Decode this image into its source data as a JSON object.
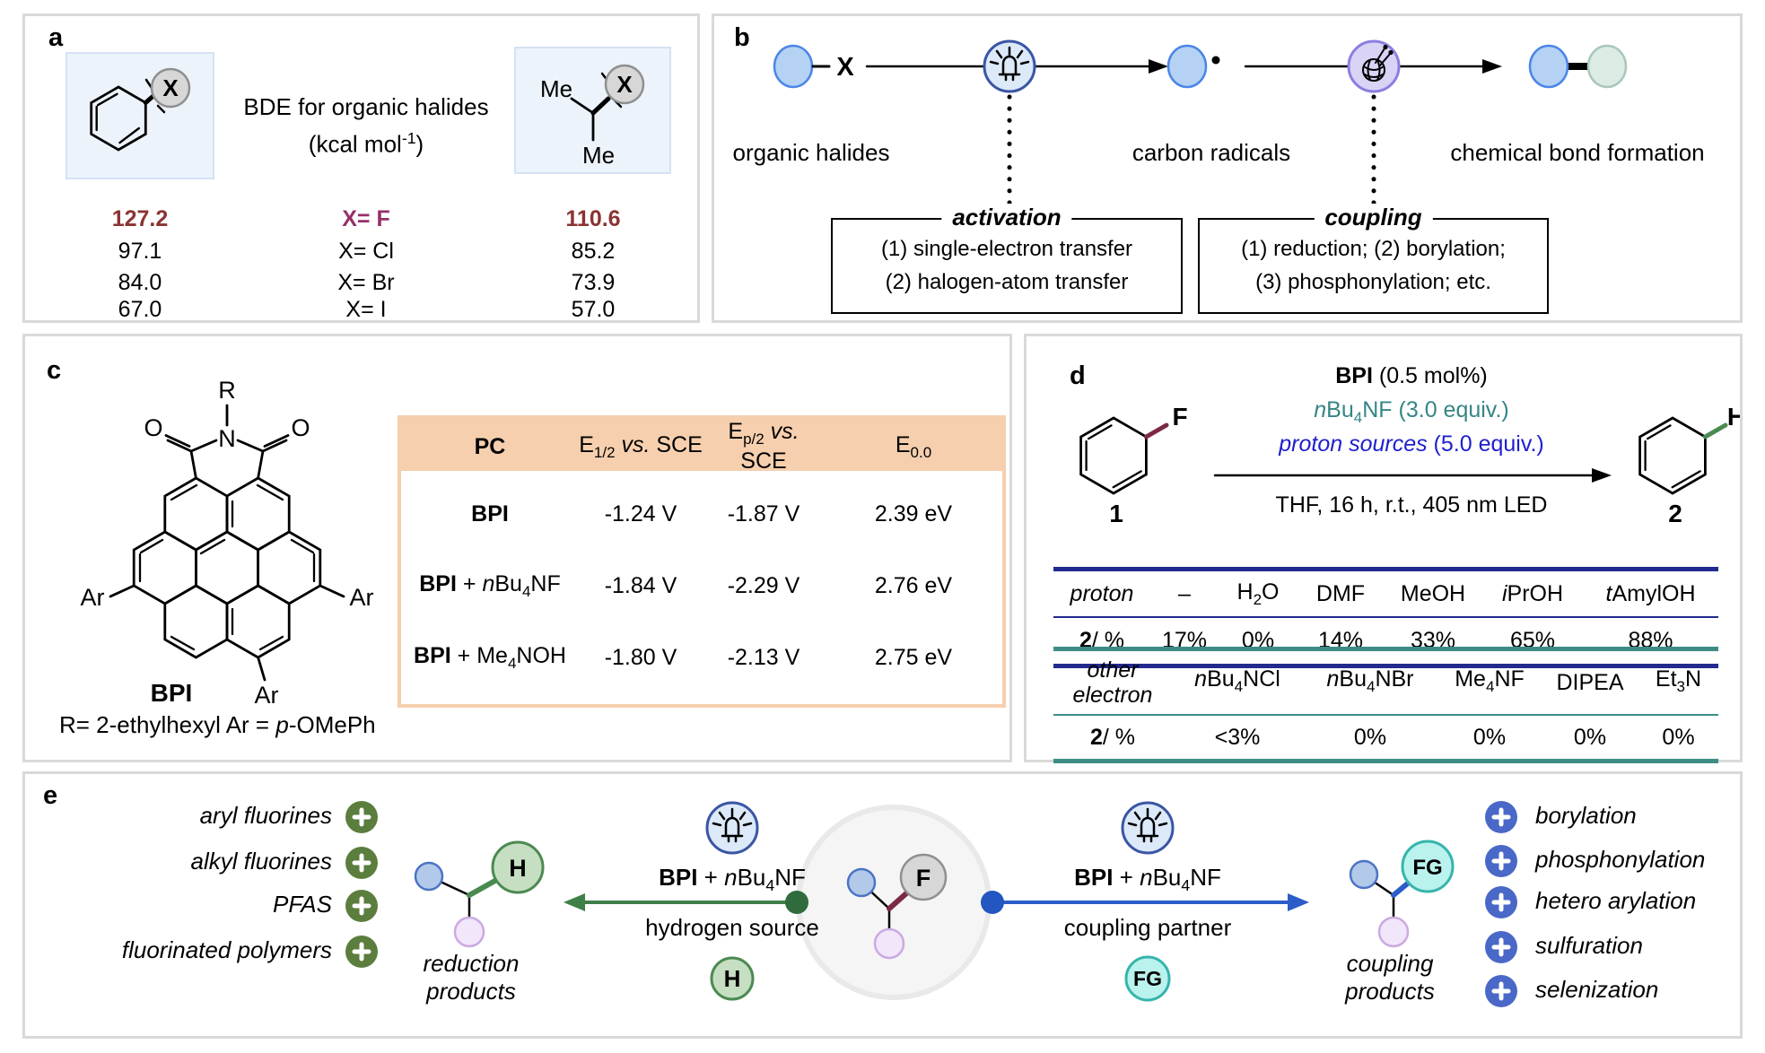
{
  "colors": {
    "panel_border": "#d9d9d9",
    "maroon": "#8b3333",
    "purple_x": "#963069",
    "struct_box_bg": "#edf3fb",
    "struct_box_border": "#d4e2f4",
    "gray_atom_fill": "#d7d7d7",
    "gray_atom_stroke": "#8f8f8f",
    "blue_node_fill": "#b5d2f4",
    "blue_node_stroke": "#4a86e8",
    "green_node_fill": "#dcebe3",
    "green_node_stroke": "#a8c8ba",
    "led_fill": "#dce9f8",
    "led_stroke": "#3a55a4",
    "yarn_fill": "#d9d3f6",
    "yarn_stroke": "#8a7fe0",
    "peach": "#f6cfae",
    "teal_text": "#368585",
    "blue_text": "#2020cc",
    "navy_rule": "#222a8e",
    "teal_rule": "#3e8c85",
    "green_accent": "#3f8048",
    "green_dark": "#2f6b3c",
    "olive_badge": "#5b7d3d",
    "h_fill": "#c6dfc2",
    "h_stroke": "#4c8a52",
    "fg_fill": "#baf2ee",
    "fg_stroke": "#35b5ac",
    "blue_accent": "#2b5cc8",
    "blue_dark": "#2356c0",
    "blue_badge": "#4a68c8",
    "cf_bond": "#7c2946",
    "ch_bond": "#4a8a50",
    "small_blue_fill": "#b3c9ea",
    "small_blue_stroke": "#4a74c4",
    "lav_fill": "#f2e6fa",
    "lav_stroke": "#cbaae2",
    "center_circle_fill": "#f5f5f5",
    "center_circle_stroke": "#e9e9e9"
  },
  "panel_a": {
    "label": "a",
    "title": "BDE for organic halides",
    "subtitle_html": "(kcal mol<sup>-1</sup>)",
    "aryl_x": "X",
    "alkyl_x": "X",
    "alkyl_me1": "Me",
    "alkyl_me2": "Me",
    "rows": [
      {
        "aryl": "127.2",
        "x": "X= F",
        "alkyl": "110.6"
      },
      {
        "aryl": "97.1",
        "x": "X= Cl",
        "alkyl": "85.2"
      },
      {
        "aryl": "84.0",
        "x": "X= Br",
        "alkyl": "73.9"
      },
      {
        "aryl": "67.0",
        "x": "X= I",
        "alkyl": "57.0"
      }
    ]
  },
  "panel_b": {
    "label": "b",
    "halide_x": "X",
    "organic_halides": "organic halides",
    "carbon_radicals": "carbon radicals",
    "bond_formation": "chemical bond formation",
    "activation": {
      "title": "activation",
      "line1": "(1) single-electron transfer",
      "line2": "(2) halogen-atom transfer"
    },
    "coupling": {
      "title": "coupling",
      "line1": "(1) reduction; (2) borylation;",
      "line2": "(3) phosphonylation; etc."
    }
  },
  "panel_c": {
    "label": "c",
    "atoms": {
      "r": "R",
      "n": "N",
      "o1": "O",
      "o2": "O",
      "ar1": "Ar",
      "ar2": "Ar",
      "ar3": "Ar",
      "name": "BPI"
    },
    "caption_html": "R= 2-ethylhexyl Ar = <i>p</i>-OMePh",
    "table": {
      "headers_html": [
        "PC",
        "E<sub>1/2</sub> <i>vs.</i> SCE",
        "E<sub>p/2</sub> <i>vs.</i> SCE",
        "E<sub>0.0</sub>"
      ],
      "rows_html": [
        [
          "<b>BPI</b>",
          "-1.24 V",
          "-1.87 V",
          "2.39 eV"
        ],
        [
          "<b>BPI</b> + <i>n</i>Bu<sub>4</sub>NF",
          "-1.84 V",
          "-2.29 V",
          "2.76 eV"
        ],
        [
          "<b>BPI</b> + Me<sub>4</sub>NOH",
          "-1.80 V",
          "-2.13 V",
          "2.75 eV"
        ]
      ]
    }
  },
  "panel_d": {
    "label": "d",
    "reactant_f": "F",
    "reactant_num": "1",
    "product_h": "H",
    "product_num": "2",
    "cond1_html": "<b>BPI</b> (0.5 mol%)",
    "cond2_html": "<i>n</i>Bu<sub>4</sub>NF (3.0 equiv.)",
    "cond3_html": "<i>proton sources</i> (5.0 equiv.)",
    "cond4": "THF, 16 h, r.t., 405 nm LED",
    "proton_table": {
      "row_label_html": "<i>proton</i>",
      "headers_html": [
        "–",
        "H<sub>2</sub>O",
        "DMF",
        "MeOH",
        "<i>i</i>PrOH",
        "<i>t</i>AmylOH"
      ],
      "yield_label_html": "<b>2</b>/ %",
      "yields": [
        "17%",
        "0%",
        "14%",
        "33%",
        "65%",
        "88%"
      ]
    },
    "electron_table": {
      "row_label_html": "<i>other<br>electron</i>",
      "headers_html": [
        "<i>n</i>Bu<sub>4</sub>NCl",
        "<i>n</i>Bu<sub>4</sub>NBr",
        "Me<sub>4</sub>NF",
        "DIPEA",
        "Et<sub>3</sub>N"
      ],
      "yield_label_html": "<b>2</b>/ %",
      "yields_html": [
        "&lt;3%",
        "0%",
        "0%",
        "0%",
        "0%"
      ]
    }
  },
  "panel_e": {
    "label": "e",
    "left_items": [
      "aryl fluorines",
      "alkyl fluorines",
      "PFAS",
      "fluorinated polymers"
    ],
    "right_items": [
      "borylation",
      "phosphonylation",
      "hetero arylation",
      "sulfuration",
      "selenization"
    ],
    "left_arrow_label_html": "<b>BPI</b> + <i>n</i>Bu<sub>4</sub>NF",
    "left_arrow_sub": "hydrogen source",
    "right_arrow_label_html": "<b>BPI</b> + <i>n</i>Bu<sub>4</sub>NF",
    "right_arrow_sub": "coupling partner",
    "h_badge": "H",
    "fg_badge": "FG",
    "center_f": "F",
    "mol_h": "H",
    "mol_fg": "FG",
    "reduction_caption_html": "reduction<br>products",
    "coupling_caption_html": "coupling<br>products"
  }
}
